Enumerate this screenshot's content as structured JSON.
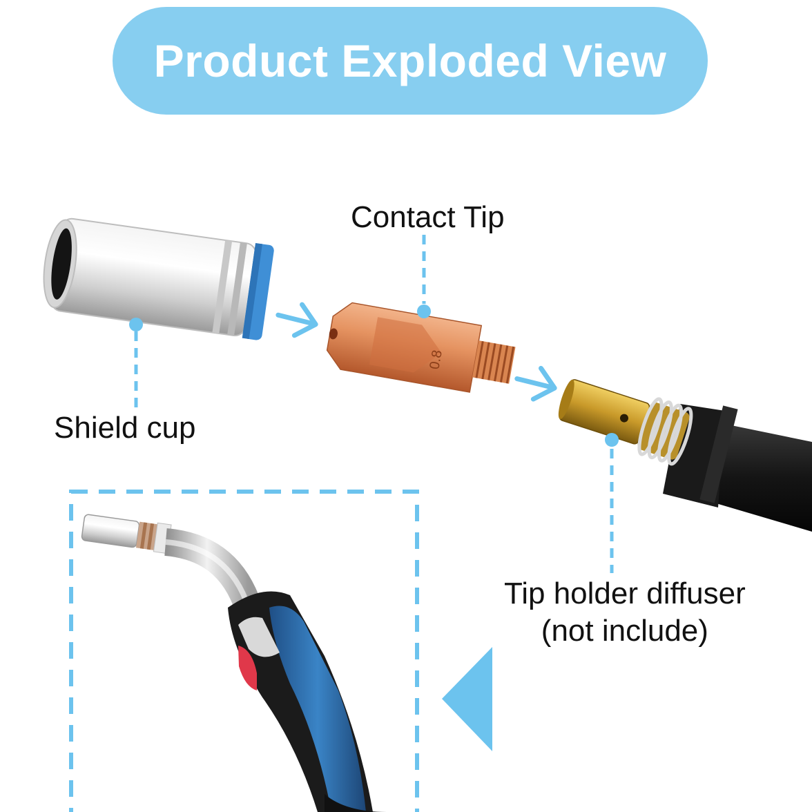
{
  "header": {
    "title": "Product Exploded View",
    "pill_color": "#87cef0"
  },
  "labels": {
    "contact_tip": "Contact Tip",
    "shield_cup": "Shield cup",
    "tip_holder_line1": "Tip holder diffuser",
    "tip_holder_line2": "(not include)"
  },
  "parts": {
    "contact_tip_engraving": "0.8"
  },
  "colors": {
    "accent_blue": "#6cc3ee",
    "copper": "#d9804f",
    "brass": "#c99a2a",
    "cable_black": "#151515",
    "handle_blue": "#2f6fae",
    "trigger_red": "#e0384a"
  },
  "icons": [
    "arrow-right-icon",
    "triangle-pointer-icon"
  ]
}
